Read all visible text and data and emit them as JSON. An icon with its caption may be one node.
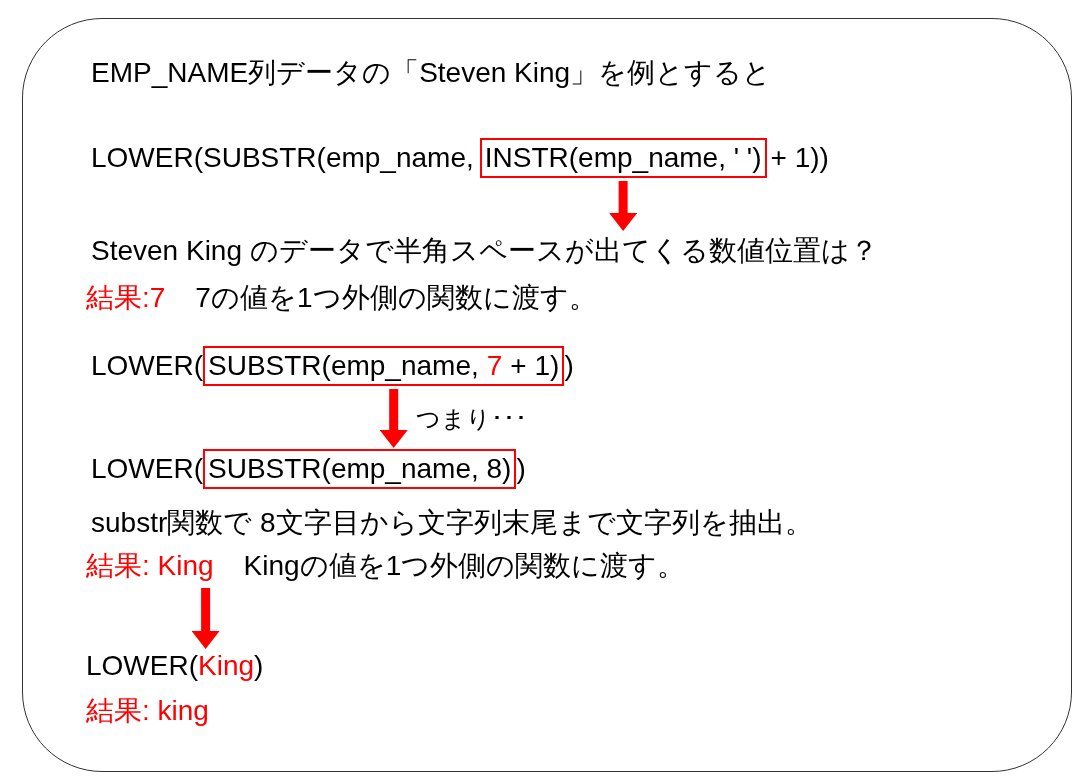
{
  "diagram": {
    "nodes": [
      {
        "text": [],
        "shape": "box"
      },
      {
        "text": [
          "INSTR(emp_name, ' ')"
        ],
        "in": 0
      },
      {
        "text": [
          "Steven King のデータで半角スペースが出てくる数値位置は？"
        ],
        "in": 0
      },
      {
        "text": [
          "SUBSTR(emp_name,",
          "7",
          "+ 1)"
        ],
        "in": 0
      },
      {
        "text": [
          "SUBSTR(emp_name, 8)"
        ],
        "in": 0
      },
      {
        "text": [
          "結果: King"
        ],
        "in": 0
      },
      {
        "text": [
          "LOWER(",
          "King",
          ")"
        ],
        "in": 0
      }
    ],
    "edges": [
      {
        "from": 1,
        "to": 2,
        "arrow": "to"
      },
      {
        "from": 3,
        "to": 4,
        "arrow": "to",
        "label": "つまり･･･"
      },
      {
        "from": 5,
        "to": 6,
        "arrow": "to"
      }
    ],
    "labels": [
      "EMP_NAME列データの「Steven King」を例とすると",
      "LOWER(SUBSTR(emp_name,",
      "+ 1))",
      "結果:7",
      "7の値を1つ外側の関数に渡す。",
      "LOWER(",
      ")",
      "LOWER(",
      ")",
      "substr関数で 8文字目から文字列末尾まで文字列を抽出。",
      "Kingの値を1つ外側の関数に渡す。",
      "結果: king"
    ]
  }
}
